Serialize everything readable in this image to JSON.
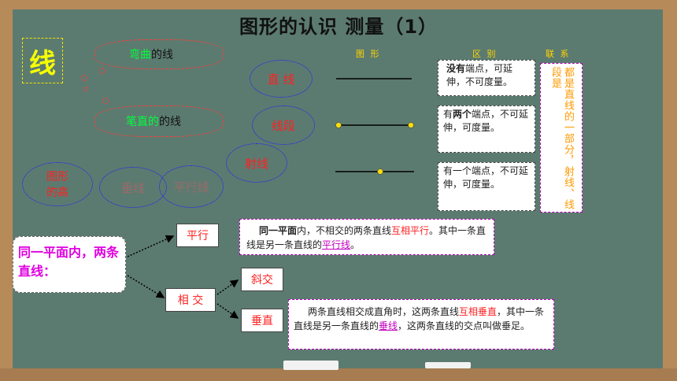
{
  "title": "图形的认识 测量（1）",
  "big_char": "线",
  "clouds": {
    "curved_a": "弯曲",
    "curved_b": "的线",
    "straight_a": "笔直的",
    "straight_b": "的线"
  },
  "line_types": {
    "line": "直 线",
    "segment": "线段",
    "ray": "射线"
  },
  "lines_group": {
    "height": "图形的高",
    "perpendicular": "垂线",
    "parallel": "平行线"
  },
  "headers": {
    "figure": "图 形",
    "difference": "区 别",
    "relation": "联 系"
  },
  "diff": {
    "line": {
      "a": "没有",
      "b": "端点，可延伸，不可度量。"
    },
    "segment": {
      "a": "有",
      "b": "两个",
      "c": "端点，不可延伸，可度量。"
    },
    "ray": {
      "a": "有一个端点，不可延伸，可度量。"
    }
  },
  "relation_text": "都是直线的一部分，射线、线段是",
  "plane": {
    "label": "同一平面内，两条直线：",
    "parallel": "平行",
    "intersect": "相 交",
    "oblique": "斜交",
    "perp": "垂直"
  },
  "parallel_def": {
    "a": "同一平面",
    "b": "内，不相交的两条直线",
    "c": "互相平行",
    "d": "。其中一条直线是另一条直线的",
    "e": "平行线",
    "f": "。"
  },
  "perp_def": {
    "a": "两条直线相交成直角时，这两条直线",
    "b": "互相垂直",
    "c": "，其中一条直线是另一条直线的",
    "d": "垂线",
    "e": "，这两条直线的交点叫做垂足。"
  },
  "colors": {
    "board": "#5c7b70",
    "frame": "#b78a5a",
    "yellow": "#f6ff00",
    "green": "#00ff3c",
    "red": "#ff2020",
    "magenta": "#e000e0",
    "blue": "#1b1bff",
    "orange": "#ff9900"
  }
}
